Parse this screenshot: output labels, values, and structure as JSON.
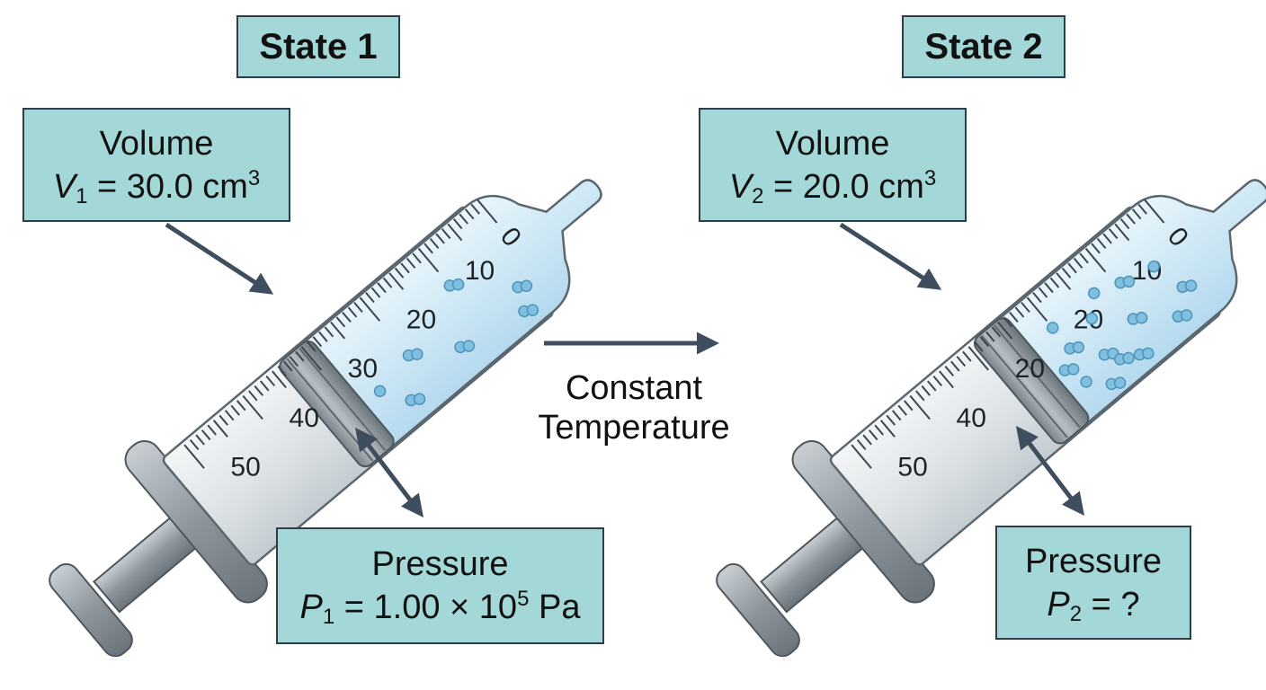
{
  "state1": {
    "title": "State 1",
    "volume": {
      "heading": "Volume",
      "symbol": "V",
      "subscript": "1",
      "equals": " = ",
      "value": "30.0 cm",
      "unit_power": "3"
    },
    "pressure": {
      "heading": "Pressure",
      "symbol": "P",
      "subscript": "1",
      "equals": " = ",
      "value": "1.00 × 10",
      "exponent": "5",
      "unit": " Pa"
    },
    "scale_labels": [
      "0",
      "10",
      "20",
      "30",
      "40",
      "50"
    ]
  },
  "state2": {
    "title": "State 2",
    "volume": {
      "heading": "Volume",
      "symbol": "V",
      "subscript": "2",
      "equals": " = ",
      "value": "20.0 cm",
      "unit_power": "3"
    },
    "pressure": {
      "heading": "Pressure",
      "symbol": "P",
      "subscript": "2",
      "equals": " = ",
      "value": "?"
    },
    "scale_labels": [
      "0",
      "10",
      "20",
      "20",
      "40",
      "50"
    ]
  },
  "process": {
    "line1": "Constant",
    "line2": "Temperature"
  },
  "colors": {
    "box_fill": "#a4d8d8",
    "box_border": "#2c3e4a",
    "gas_fill": "#d6ecf7",
    "molecule": "#7fc0e0",
    "plunger": "#8a949c",
    "arrow": "#3e4e5e"
  }
}
